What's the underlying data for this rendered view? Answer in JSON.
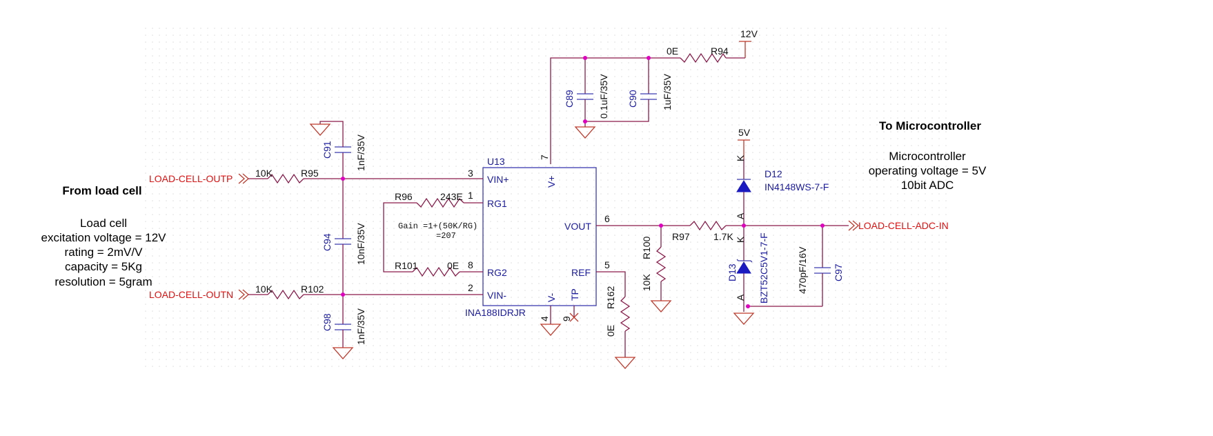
{
  "supplies": {
    "v12": "12V",
    "v5": "5V"
  },
  "nets": {
    "outp": "LOAD-CELL-OUTP",
    "outn": "LOAD-CELL-OUTN",
    "adc": "LOAD-CELL-ADC-IN"
  },
  "ic": {
    "ref": "U13",
    "part": "INA188IDRJR",
    "pins": {
      "vinp": "VIN+",
      "vinn": "VIN-",
      "rg1": "RG1",
      "rg2": "RG2",
      "vout": "VOUT",
      "ref": "REF",
      "vplus": "V+",
      "vminus": "V-",
      "tp": "TP"
    },
    "pin_numbers": {
      "p1": "1",
      "p2": "2",
      "p3": "3",
      "p4": "4",
      "p5": "5",
      "p6": "6",
      "p7": "7",
      "p8": "8",
      "p9": "9"
    }
  },
  "gain_note": {
    "line1": "Gain =1+(50K/RG)",
    "line2": "=207"
  },
  "components": {
    "r94": {
      "ref": "R94",
      "value": "0E"
    },
    "r95": {
      "ref": "R95",
      "value": "10K"
    },
    "r102": {
      "ref": "R102",
      "value": "10K"
    },
    "r96": {
      "ref": "R96",
      "value": "243E"
    },
    "r101": {
      "ref": "R101",
      "value": "0E"
    },
    "r97": {
      "ref": "R97",
      "value": "1.7K"
    },
    "r100": {
      "ref": "R100",
      "value": "10K"
    },
    "r162": {
      "ref": "R162",
      "value": "0E"
    },
    "c89": {
      "ref": "C89",
      "value": "0.1uF/35V"
    },
    "c90": {
      "ref": "C90",
      "value": "1uF/35V"
    },
    "c91": {
      "ref": "C91",
      "value": "1nF/35V"
    },
    "c94": {
      "ref": "C94",
      "value": "10nF/35V"
    },
    "c98": {
      "ref": "C98",
      "value": "1nF/35V"
    },
    "c97": {
      "ref": "C97",
      "value": "470pF/16V"
    },
    "d12": {
      "ref": "D12",
      "value": "IN4148WS-7-F",
      "k": "K",
      "a": "A"
    },
    "d13": {
      "ref": "D13",
      "value": "BZT52C5V1-7-F",
      "k": "K",
      "a": "A"
    }
  },
  "notes": {
    "left_heading": "From load cell",
    "left_lines": [
      "Load cell",
      "excitation voltage = 12V",
      "rating = 2mV/V",
      "capacity = 5Kg",
      "resolution = 5gram"
    ],
    "right_heading": "To Microcontroller",
    "right_lines": [
      "Microcontroller",
      "operating voltage = 5V",
      "10bit ADC"
    ]
  },
  "colors": {
    "wire": "#8b1a4a",
    "component": "#3a3ab0",
    "net_label": "#e01010",
    "junction": "#e000c0",
    "grid": "#d8d8d8"
  }
}
